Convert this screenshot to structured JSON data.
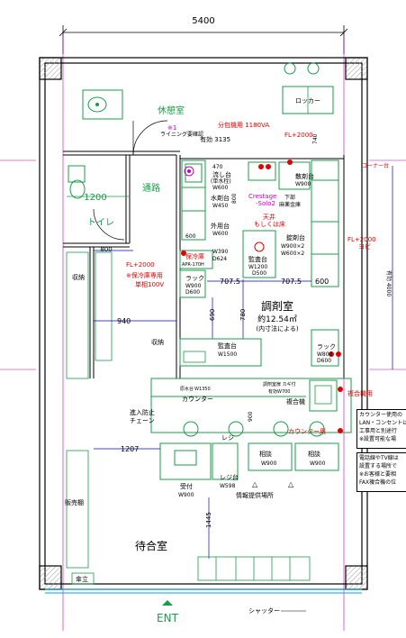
{
  "dimensions": {
    "width_total": "5400",
    "width_lower": "3135",
    "dim_1200": "1200",
    "dim_800": "800",
    "dim_940": "940",
    "dim_1207": "1207",
    "dim_1445": "1445",
    "dim_740": "740",
    "dim_4000": "有効 4000",
    "dim_7075a": "707.5",
    "dim_7075b": "707.5",
    "dim_600a": "600",
    "dim_600b": "600",
    "dim_690": "690",
    "dim_780": "780",
    "dim_900": "900",
    "dim_800v": "800",
    "dim_470": "470"
  },
  "rooms": {
    "kyukei": "休憩室",
    "tsuro": "通路",
    "toilet": "トイレ",
    "chozai": "調剤室",
    "chozai_area": "約12.54㎡",
    "chozai_note": "(内寸法による)",
    "machiai": "待合室"
  },
  "labels": {
    "locker": "ロッカー",
    "note1": "※1",
    "lining": "ライニング要確認",
    "bunpo": "分包機用 1180VA",
    "fl2000_a": "FL+2000",
    "fl2000_b": "FL+2000",
    "fl2000_c": "FL+2000",
    "yobi": "ヨビ",
    "nagashi": "流し台",
    "nagashi_sub": "(単水栓)",
    "nagashi_w": "W600",
    "mizuzai": "水剤台",
    "mizuzai_w": "W450",
    "gaiyo": "外用台",
    "gaiyo_w": "W600",
    "crestage": "Crestage",
    "solo2": "-Solo2",
    "sanzai": "散剤台",
    "sanzai_w": "W900",
    "shita_mazai": "下部",
    "shita_mazai2": "麻薬金庫",
    "tenjo1": "天井",
    "tenjo2": "もしくは床",
    "jozai": "錠剤台",
    "jozai_w1": "W900×2",
    "jozai_w2": "W600×2",
    "kansa1": "監査台",
    "kansa1_w": "W1200",
    "kansa1_d": "D500",
    "hoyreiko": "保冷庫",
    "hoyreiko_model": "APR-170H",
    "hoyreiko_w": "W390",
    "hoyreiko_d": "D624",
    "hoyreiko_note": "※保冷庫専用",
    "hoyreiko_note2": "単相100V",
    "rack1": "ラック",
    "rack1_w": "W900",
    "rack1_d": "D600",
    "kansa2": "監査台",
    "kansa2_w": "W1500",
    "rack2": "ラック",
    "rack2_w": "W800",
    "rack2_d": "D600",
    "shuno1": "収納",
    "shuno2": "収納",
    "hanbai": "販売棚",
    "counter": "カウンター",
    "counter_w": "W1350",
    "counter_door": "調剤室扉 カギ付",
    "counter_door_w": "有効W700",
    "fukugo_a": "複合機",
    "fukugo_b": "複合機用",
    "counter_yo": "カウンター用",
    "shinnyu1": "進入防止",
    "shinnyu2": "チェーン",
    "reji": "レジ",
    "soudan1": "相談",
    "soudan1_w": "W900",
    "soudan2": "相談",
    "soudan2_w": "W900",
    "uketsuke": "受付",
    "uketsuke_w": "W900",
    "rejidai": "レジ台",
    "rejidai_w": "W598",
    "joho": "情報提供場所",
    "kasatate": "傘立",
    "shutter": "シャッター",
    "ent": "ENT",
    "corner": "コーナー台",
    "gennsui": "原水台",
    "nobitai": "有効"
  },
  "panel": {
    "lines1": [
      "カウンター使用の",
      "LAN・コンセントは",
      "工事用と別途行",
      "※設置可能な場"
    ],
    "lines2": [
      "電話線やTV線は",
      "設置する場所で",
      "※お客様と要相",
      "FAX複合機の位"
    ]
  },
  "colors": {
    "wall": "#000000",
    "dimension": "#000000",
    "green": "#1a9b4a",
    "red": "#e00000",
    "magenta": "#c000c0",
    "blue": "#0000d0",
    "cyan": "#00a0e0",
    "hatch": "#888888"
  }
}
